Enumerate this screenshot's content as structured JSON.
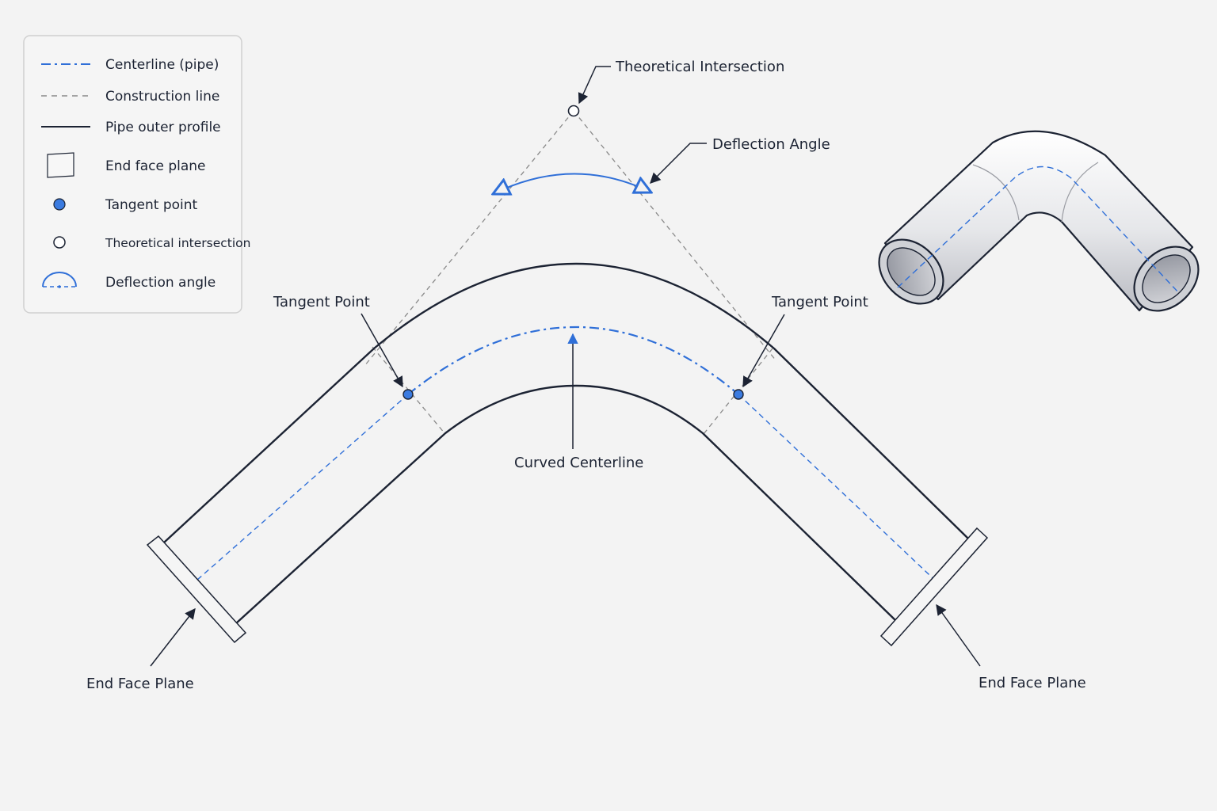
{
  "colors": {
    "background": "#f3f3f3",
    "outline": "#1c2333",
    "centerline": "#2f6fd8",
    "construction": "#8a8a8a",
    "tangent_fill": "#3b7be0",
    "legend_border": "#d0d0d0"
  },
  "legend": {
    "items": [
      {
        "label": "Centerline (pipe)",
        "icon": "centerline-swatch"
      },
      {
        "label": "Construction line",
        "icon": "construction-line-swatch"
      },
      {
        "label": "Pipe outer profile",
        "icon": "profile-line-swatch"
      },
      {
        "label": "End face plane",
        "icon": "end-face-plane-swatch"
      },
      {
        "label": "Tangent point",
        "icon": "tangent-point-swatch"
      },
      {
        "label": "Theoretical intersection",
        "icon": "intersection-swatch"
      },
      {
        "label": "Deflection angle",
        "icon": "deflection-angle-swatch"
      }
    ]
  },
  "labels": {
    "theoretical_intersection": "Theoretical Intersection",
    "deflection_angle": "Deflection Angle",
    "tangent_point_left": "Tangent Point",
    "tangent_point_right": "Tangent Point",
    "curved_centerline": "Curved Centerline",
    "end_face_left": "End Face Plane",
    "end_face_right": "End Face Plane"
  }
}
